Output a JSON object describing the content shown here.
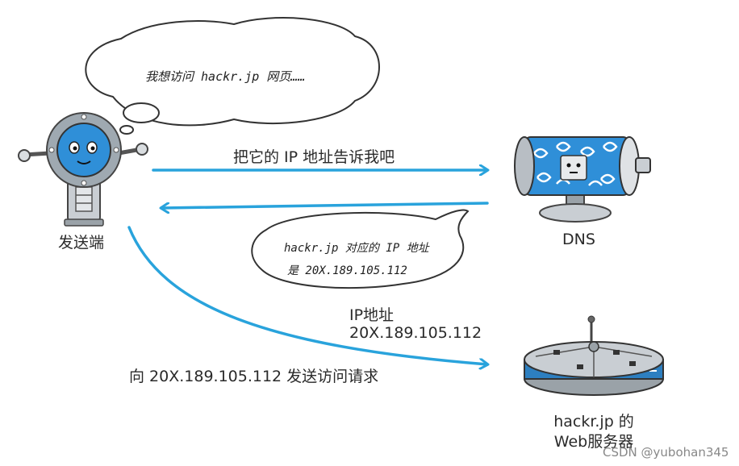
{
  "thought_bubble": {
    "text": "我想访问 hackr.jp 网页……"
  },
  "sender": {
    "label": "发送端"
  },
  "dns": {
    "label": "DNS"
  },
  "request_arrow": {
    "label": "把它的 IP 地址告诉我吧"
  },
  "reply_bubble": {
    "line1": "hackr.jp 对应的 IP 地址",
    "line2": "是 20X.189.105.112"
  },
  "ip_note": {
    "line1": "IP地址",
    "line2": "20X.189.105.112"
  },
  "access_arrow": {
    "label": "向 20X.189.105.112 发送访问请求"
  },
  "web_server": {
    "line1": "hackr.jp 的",
    "line2": "Web服务器"
  },
  "watermark": {
    "text": "CSDN @yubohan345"
  },
  "colors": {
    "arrow": "#29a3dc",
    "robot_face": "#2f8fd8",
    "server_band": "#2d7fc0"
  }
}
